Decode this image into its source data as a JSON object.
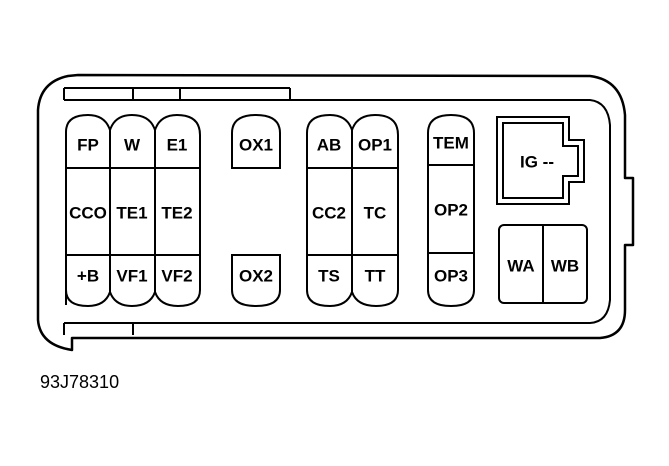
{
  "connector": {
    "pins": {
      "fp": "FP",
      "w": "W",
      "e1": "E1",
      "cco": "CCO",
      "te1": "TE1",
      "te2": "TE2",
      "plus_b": "+B",
      "vf1": "VF1",
      "vf2": "VF2",
      "ox1": "OX1",
      "ox2": "OX2",
      "ab": "AB",
      "op1": "OP1",
      "cc2": "CC2",
      "tc": "TC",
      "ts": "TS",
      "tt": "TT",
      "tem": "TEM",
      "op2": "OP2",
      "op3": "OP3",
      "ig": "IG --",
      "wa": "WA",
      "wb": "WB"
    }
  },
  "caption": "93J78310"
}
